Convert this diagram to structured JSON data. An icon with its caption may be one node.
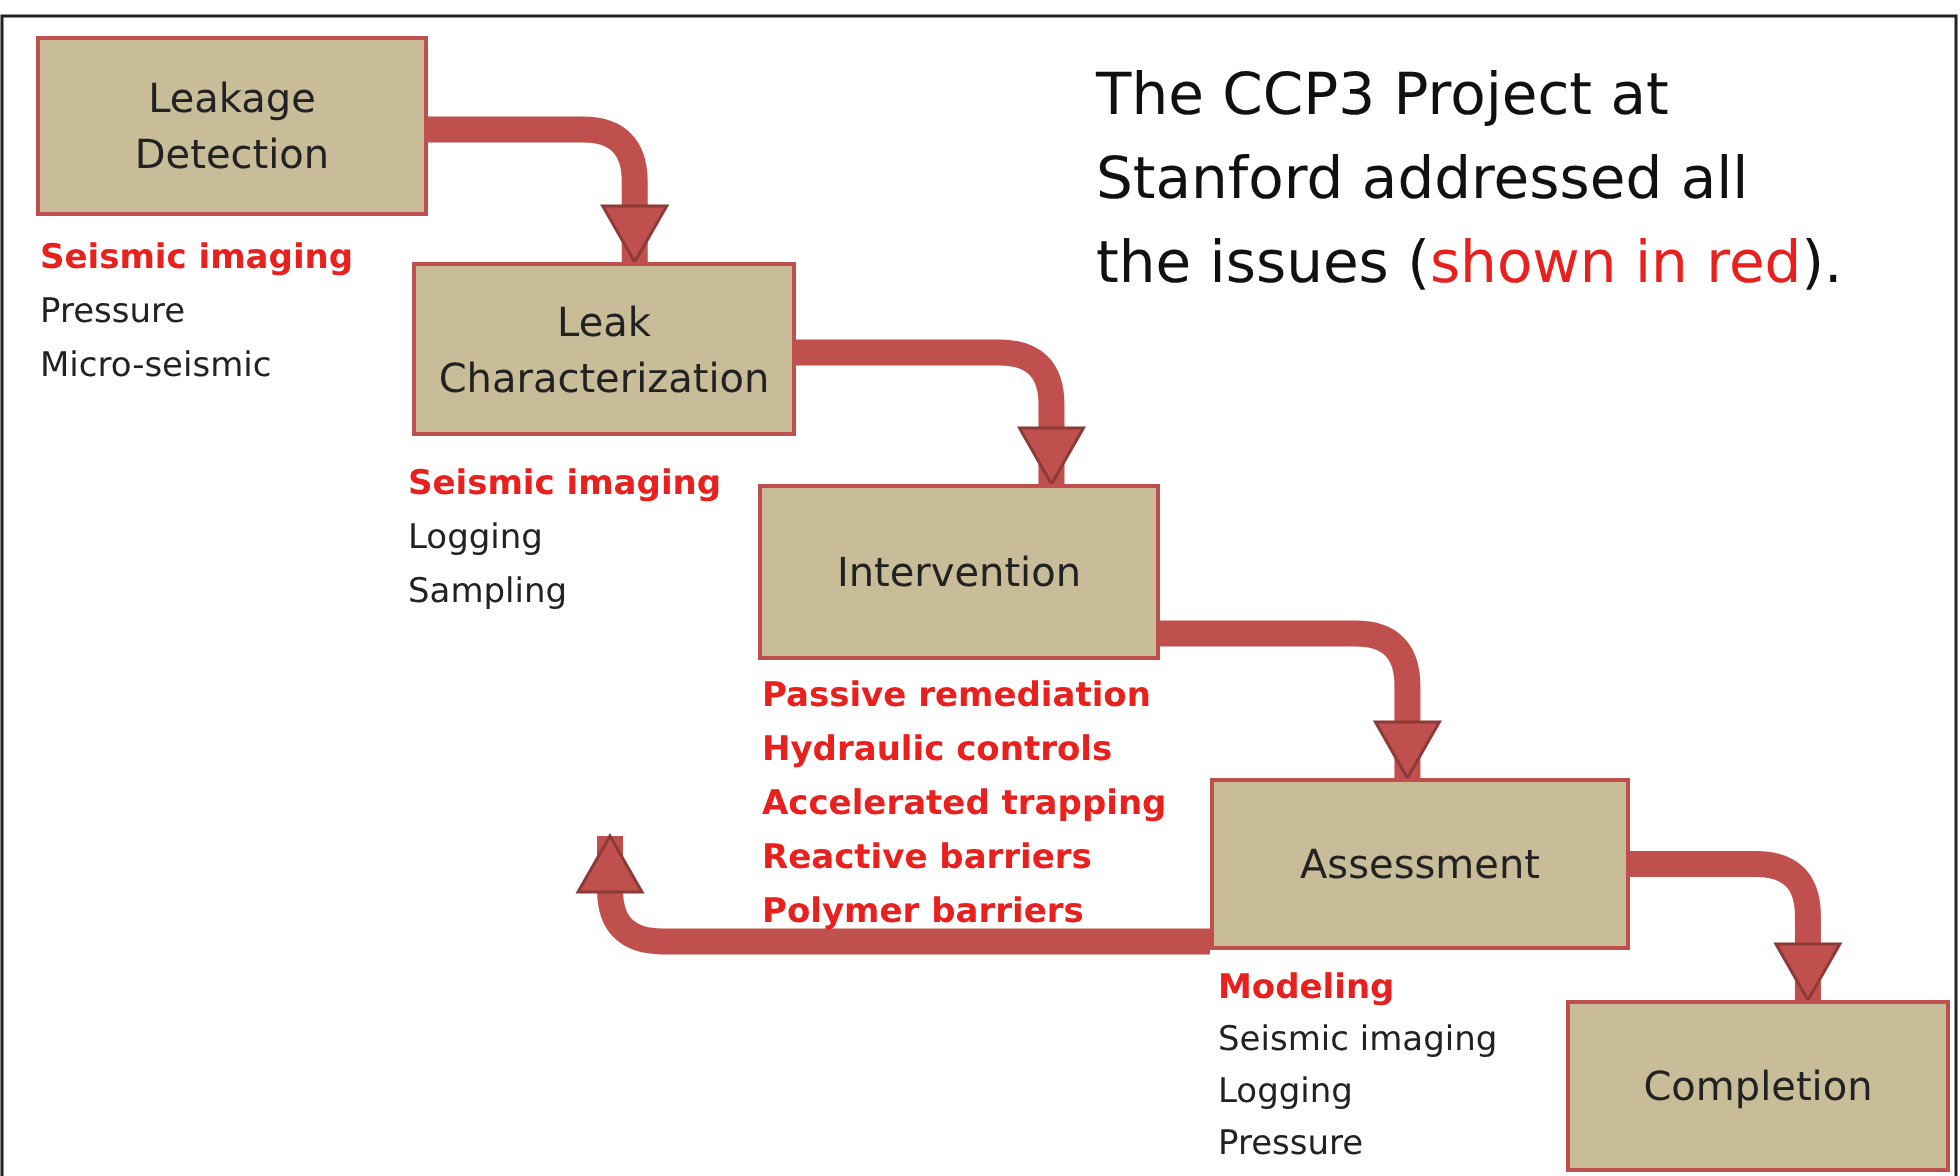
{
  "diagram": {
    "title": "The CCP3 Project at Stanford addressed all the issues (*shown in red*).",
    "nodes": [
      {
        "text": [
          "Leakage Detection"
        ],
        "beside": [
          "**Seismic imaging**",
          "Pressure",
          "Micro-seismic"
        ]
      },
      {
        "text": [
          "Leak Characterization"
        ],
        "beside": [
          "**Seismic imaging**",
          "Logging",
          "Sampling"
        ]
      },
      {
        "text": [
          "Intervention"
        ],
        "beside": [
          "**Passive remediation**",
          "**Hydraulic controls**",
          "**Accelerated trapping**",
          "**Reactive barriers**",
          "**Polymer barriers**"
        ]
      },
      {
        "text": [
          "Assessment"
        ],
        "beside": [
          "**Modeling**",
          "Seismic imaging",
          "Logging",
          "Pressure"
        ]
      },
      {
        "text": [
          "Completion"
        ]
      }
    ],
    "edges": [
      {
        "from": 0,
        "to": 1,
        "arrow": "to"
      },
      {
        "from": 1,
        "to": 2,
        "arrow": "to"
      },
      {
        "from": 2,
        "to": 3,
        "arrow": "to"
      },
      {
        "from": 3,
        "to": 4,
        "arrow": "to"
      },
      {
        "from": 3,
        "to": null,
        "arrow": "to"
      }
    ]
  }
}
